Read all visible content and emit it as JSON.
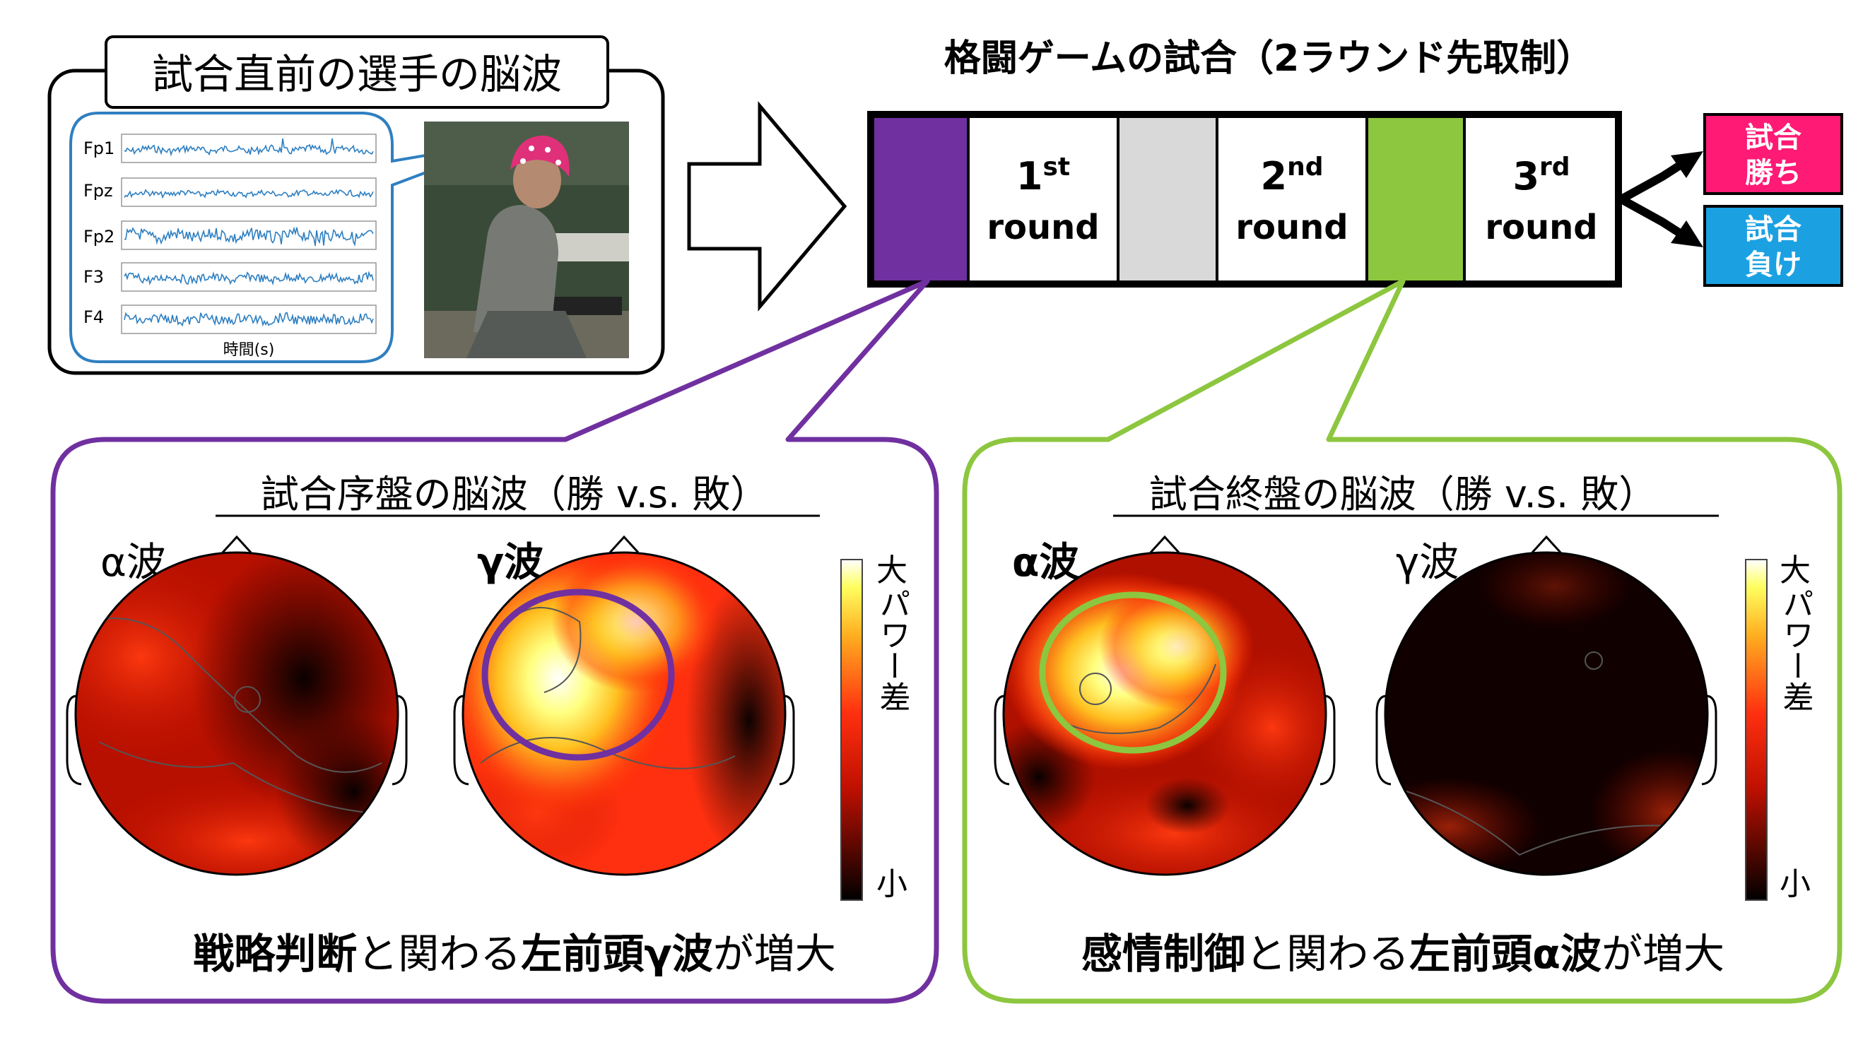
{
  "eeg_panel": {
    "title": "試合直前の選手の脳波",
    "channels": [
      "Fp1",
      "Fpz",
      "Fp2",
      "F3",
      "F4"
    ],
    "xlabel": "時間(s)"
  },
  "match": {
    "title": "格闘ゲームの試合（2ラウンド先取制）",
    "rounds": [
      {
        "num": "1",
        "sup": "st",
        "word": "round"
      },
      {
        "num": "2",
        "sup": "nd",
        "word": "round"
      },
      {
        "num": "3",
        "sup": "rd",
        "word": "round"
      }
    ],
    "outcomes": {
      "win": [
        "試合",
        "勝ち"
      ],
      "lose": [
        "試合",
        "負け"
      ]
    }
  },
  "early_panel": {
    "title": "試合序盤の脳波（勝 v.s. 敗）",
    "maps": [
      {
        "label": "α波"
      },
      {
        "label": "γ波"
      }
    ],
    "caption": {
      "bold1": "戦略判断",
      "normal1": "と関わる",
      "bold2": "左前頭γ波",
      "normal2": "が増大"
    }
  },
  "late_panel": {
    "title": "試合終盤の脳波（勝 v.s. 敗）",
    "maps": [
      {
        "label": "α波"
      },
      {
        "label": "γ波"
      }
    ],
    "caption": {
      "bold1": "感情制御",
      "normal1": "と関わる",
      "bold2": "左前頭α波",
      "normal2": "が増大"
    }
  },
  "colorbar": {
    "top": "大",
    "mid": "パワー差",
    "bottom": "小"
  },
  "colors": {
    "purple": "#7030A0",
    "green": "#8DC63F",
    "win": "#FF1A75",
    "lose": "#1BA1E2",
    "gray": "#D9D9D9",
    "trace": "#2E7FC1"
  }
}
